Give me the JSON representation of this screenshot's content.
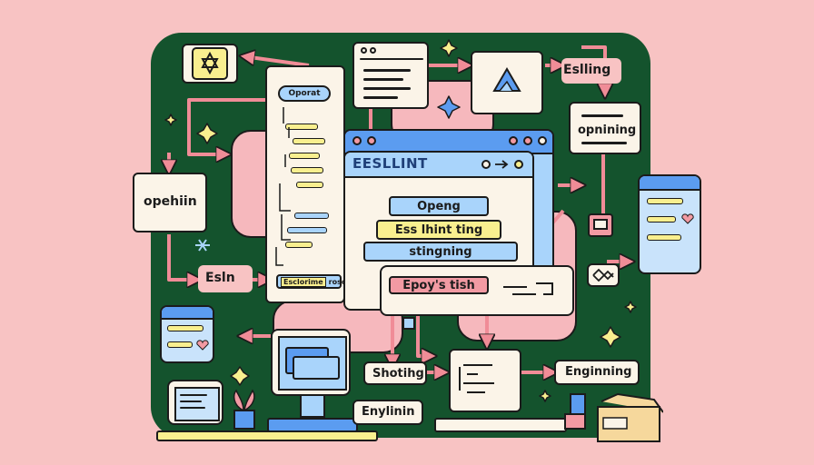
{
  "labels": {
    "operat": "Oporat",
    "eslint_title": "EESLLINT",
    "openg": "Openg",
    "eslhint_ting": "Ess lhint ting",
    "stingning": "stingning",
    "epoys_tish": "Epoy's tish",
    "escloraime": "Esclorime",
    "esclor_tag": "roso",
    "eslling": "Eslling",
    "opnining": "opnining",
    "opehiin": "opehiin",
    "esln": "Esln",
    "shoting": "Shotihg",
    "enylinin": "Enylinin",
    "enginning": "Enginning"
  },
  "colors": {
    "background": "#f8c3c3",
    "board": "#14532d",
    "accent_blue": "#5b9cf0",
    "light_blue": "#a9d4fb",
    "cream": "#fbf4e8",
    "yellow": "#f9ef8f",
    "pink": "#f29aa3",
    "arrow": "#f08c97"
  },
  "icons": [
    "star-of-david-icon",
    "triangle-logo-icon",
    "sparkle-icon",
    "heart-icon",
    "plant-icon",
    "box-icon",
    "monitor-icon",
    "code-window-icon"
  ]
}
